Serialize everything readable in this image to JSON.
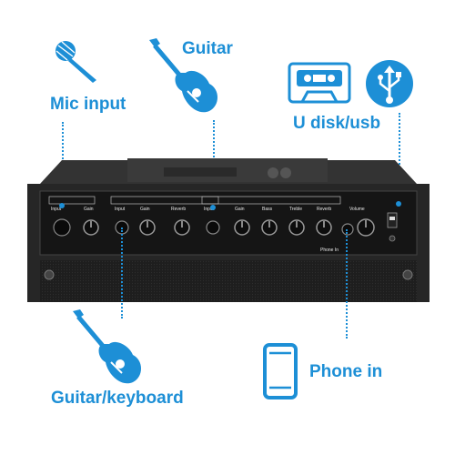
{
  "callouts": {
    "mic_input": "Mic input",
    "guitar": "Guitar",
    "udisk_usb": "U disk/usb",
    "guitar_keyboard": "Guitar/keyboard",
    "phone_in": "Phone in"
  },
  "panel_labels": {
    "input1": "Input",
    "gain1": "Gain",
    "input2": "Input",
    "gain2": "Gain",
    "reverb1": "Reverb",
    "input3": "Input",
    "gain3": "Gain",
    "bass": "Bass",
    "treble": "Treble",
    "reverb2": "Reverb",
    "volume": "Volume",
    "phone_in": "Phone In"
  },
  "colors": {
    "accent": "#1d8fd6",
    "panel": "#1c1c1c",
    "cabinet": "#2a2a2a"
  },
  "icons": [
    "microphone-icon",
    "acoustic-guitar-icon",
    "cassette-icon",
    "usb-icon",
    "smartphone-icon"
  ]
}
